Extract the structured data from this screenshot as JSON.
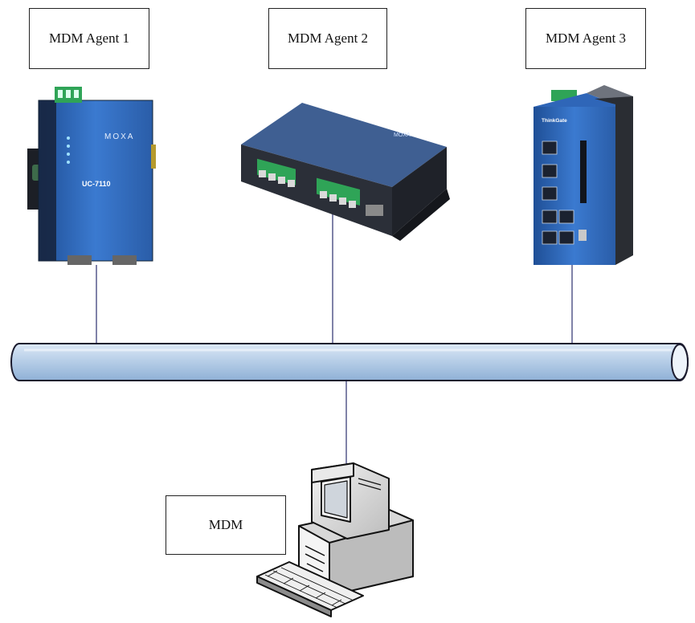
{
  "agents": [
    {
      "label": "MDM Agent 1",
      "device_icon": "moxa-uc-embedded-computer-icon"
    },
    {
      "label": "MDM Agent 2",
      "device_icon": "moxa-serial-device-server-icon"
    },
    {
      "label": "MDM Agent 3",
      "device_icon": "moxa-thinkgate-din-rail-gateway-icon"
    }
  ],
  "manager": {
    "label": "MDM",
    "device_icon": "desktop-computer-icon"
  },
  "bus": {
    "type": "network-bus-cylinder",
    "color": "#b8cfe8"
  },
  "colors": {
    "line": "#3b3f7a",
    "device_blue": "#2f66b8",
    "device_dark": "#2b2f38",
    "terminal_green": "#2fa457"
  }
}
